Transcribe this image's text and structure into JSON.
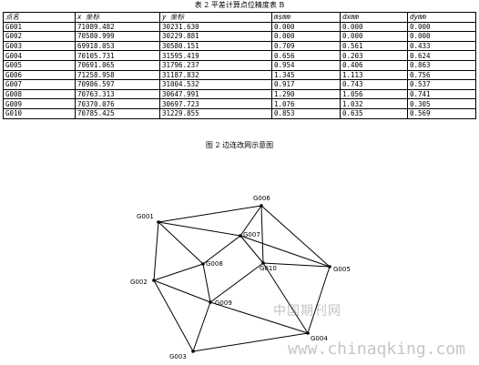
{
  "table_title": "表 2 平差计算点位精度表 B",
  "figure_title": "图 2 边连改网示意图",
  "table": {
    "headers": [
      "点名",
      "x 坐标",
      "y 坐标",
      "msmm",
      "dxmm",
      "dymm"
    ],
    "rows": [
      [
        "G001",
        "71089.482",
        "30231.630",
        "0.000",
        "0.000",
        "0.000"
      ],
      [
        "G002",
        "70580.999",
        "30229.881",
        "0.000",
        "0.000",
        "0.000"
      ],
      [
        "G003",
        "69918.053",
        "30580.151",
        "0.709",
        "0.561",
        "0.433"
      ],
      [
        "G004",
        "70105.731",
        "31595.419",
        "0.656",
        "0.203",
        "0.624"
      ],
      [
        "G005",
        "70691.065",
        "31796.237",
        "0.954",
        "0.406",
        "0.863"
      ],
      [
        "G006",
        "71258.958",
        "31187.832",
        "1.345",
        "1.113",
        "0.756"
      ],
      [
        "G007",
        "70986.597",
        "31004.532",
        "0.917",
        "0.743",
        "0.537"
      ],
      [
        "G008",
        "70763.313",
        "30647.991",
        "1.290",
        "1.056",
        "0.741"
      ],
      [
        "G009",
        "70370.076",
        "30697.723",
        "1.076",
        "1.032",
        "0.305"
      ],
      [
        "G010",
        "70785.425",
        "31229.855",
        "0.853",
        "0.635",
        "0.569"
      ]
    ]
  },
  "network": {
    "labels": [
      "G001",
      "G002",
      "G003",
      "G004",
      "G005",
      "G006",
      "G007",
      "G008",
      "G009",
      "G010"
    ]
  },
  "watermark": {
    "cn": "中国期刊网",
    "url": "www.chinaqking.com"
  }
}
